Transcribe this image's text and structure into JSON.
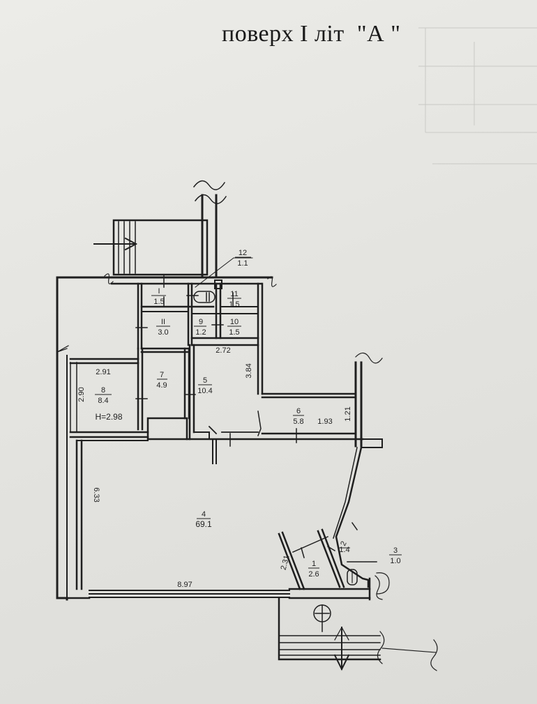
{
  "title": "поверх І літ  \"А \"",
  "rooms": [
    {
      "id": "room-1",
      "num": "1",
      "area": "2.6"
    },
    {
      "id": "room-2",
      "num": "2",
      "area": "1.4"
    },
    {
      "id": "room-3",
      "num": "3",
      "area": "1.0"
    },
    {
      "id": "room-4",
      "num": "4",
      "area": "69.1"
    },
    {
      "id": "room-5",
      "num": "5",
      "area": "10.4"
    },
    {
      "id": "room-6",
      "num": "6",
      "area": "5.8"
    },
    {
      "id": "room-7",
      "num": "7",
      "area": "4.9"
    },
    {
      "id": "room-8",
      "num": "8",
      "area": "8.4"
    },
    {
      "id": "room-9",
      "num": "9",
      "area": "1.2"
    },
    {
      "id": "room-10",
      "num": "10",
      "area": "1.5"
    },
    {
      "id": "room-11",
      "num": "11",
      "area": "1.5"
    },
    {
      "id": "room-12",
      "num": "12",
      "area": "1.1"
    },
    {
      "id": "room-I",
      "num": "I",
      "area": "1.5"
    },
    {
      "id": "room-II",
      "num": "II",
      "area": "3.0"
    }
  ],
  "dimensions": {
    "d_272": "2.72",
    "d_384": "3.84",
    "d_291": "2.91",
    "d_290": "2.90",
    "d_193": "1.93",
    "d_121": "1.21",
    "d_633": "6.33",
    "d_897": "8.97",
    "d_231": "2.31"
  },
  "height_note": "H=2.98",
  "colors": {
    "ink": "#1f1f1f",
    "paper": "#e7e7e3"
  }
}
